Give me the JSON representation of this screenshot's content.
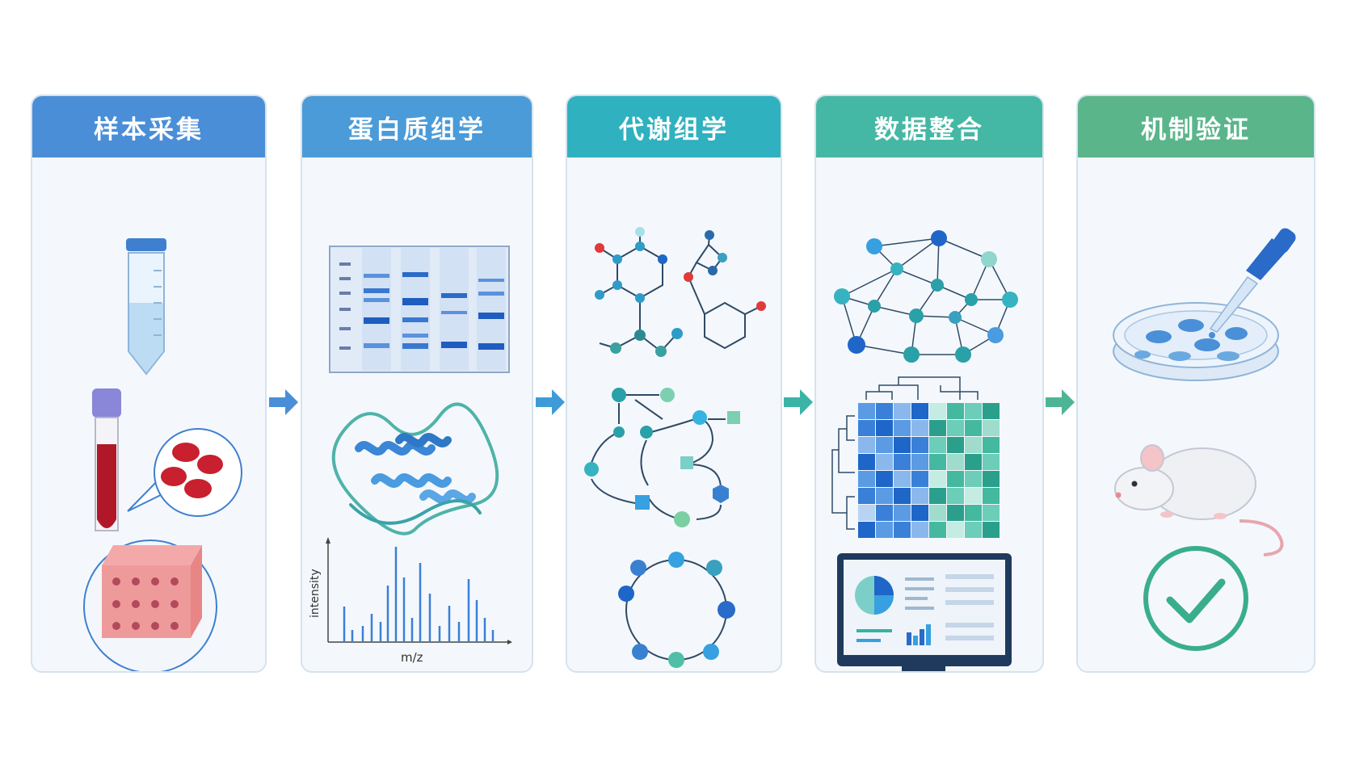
{
  "panels": [
    {
      "title": "样本采集",
      "color": "#4a8ed8"
    },
    {
      "title": "蛋白质组学",
      "color": "#4a9bd8"
    },
    {
      "title": "代谢组学",
      "color": "#2fb1bf"
    },
    {
      "title": "数据整合",
      "color": "#45b8a5"
    },
    {
      "title": "机制验证",
      "color": "#5ab58a"
    }
  ],
  "spectrum": {
    "ylabel": "intensity",
    "xlabel": "m/z"
  },
  "arrow_colors": [
    "#4a8ed8",
    "#3f9bd8",
    "#3bb3a6",
    "#4db595"
  ]
}
